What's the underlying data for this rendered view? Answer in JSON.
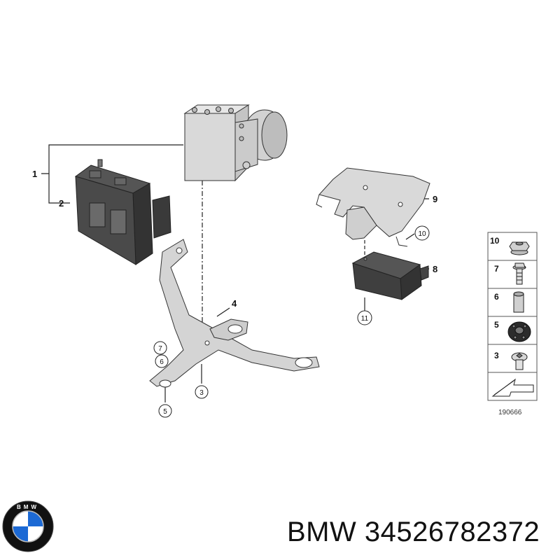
{
  "diagram": {
    "callouts": {
      "c1": "1",
      "c2": "2",
      "c3": "3",
      "c4": "4",
      "c5": "5",
      "c6": "6",
      "c7": "7",
      "c8": "8",
      "c9": "9",
      "c10": "10",
      "c11": "11"
    },
    "legend": {
      "items": [
        {
          "number": "10",
          "icon": "flange-nut-icon"
        },
        {
          "number": "7",
          "icon": "hex-bolt-icon"
        },
        {
          "number": "6",
          "icon": "bushing-sleeve-icon"
        },
        {
          "number": "5",
          "icon": "rubber-grommet-icon"
        },
        {
          "number": "3",
          "icon": "torx-screw-icon"
        }
      ],
      "reference_number": "190666"
    }
  },
  "caption": {
    "brand": "BMW",
    "part_number": "34526782372"
  },
  "logo": {
    "lettering": "BMW",
    "colors": {
      "blue": "#1c69d4",
      "white": "#ffffff",
      "ring": "#111111"
    }
  }
}
